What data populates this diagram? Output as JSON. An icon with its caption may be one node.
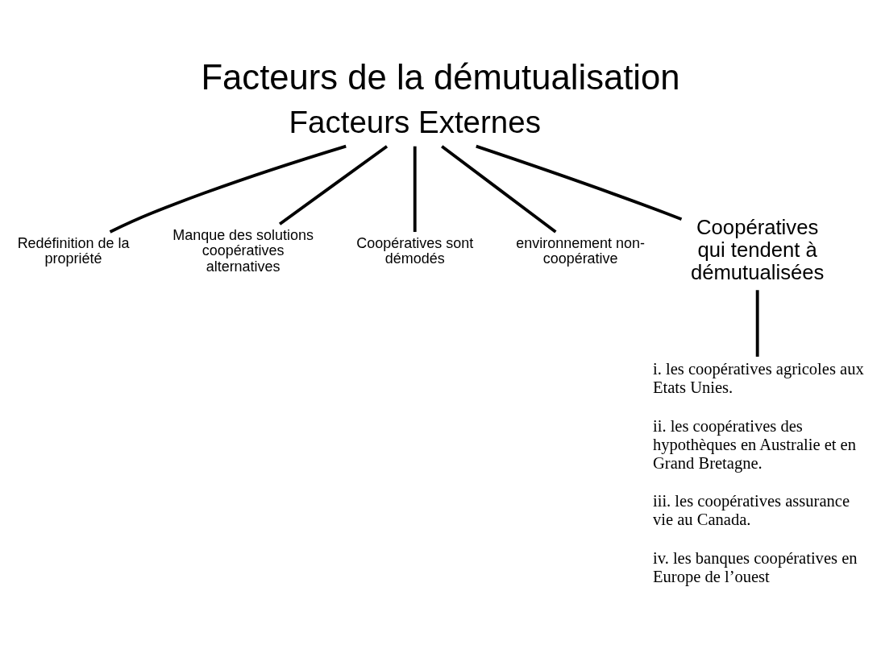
{
  "diagram": {
    "title": "Facteurs de la démutualisation",
    "nodes": [
      {
        "text": [
          "Facteurs Externes"
        ]
      },
      {
        "text": [
          "Redéfinition de la propriété"
        ]
      },
      {
        "text": [
          "Manque des solutions coopératives alternatives"
        ]
      },
      {
        "text": [
          "Coopératives sont démodés"
        ]
      },
      {
        "text": [
          "environnement non-coopérative"
        ]
      },
      {
        "text": [
          "Coopératives qui tendent à démutualisées"
        ]
      },
      {
        "text": [
          "i. les coopératives agricoles aux Etats Unies.",
          "ii. les coopératives des hypothèques en Australie et en Grand Bretagne.",
          "iii. les coopératives assurance vie au Canada.",
          "iv. les banques coopératives en Europe de l’ouest"
        ]
      }
    ],
    "edges": [
      {
        "from": 0,
        "to": 1,
        "arrow": "none"
      },
      {
        "from": 0,
        "to": 2,
        "arrow": "none"
      },
      {
        "from": 0,
        "to": 3,
        "arrow": "none"
      },
      {
        "from": 0,
        "to": 4,
        "arrow": "none"
      },
      {
        "from": 0,
        "to": 5,
        "arrow": "none"
      },
      {
        "from": 5,
        "to": 6,
        "arrow": "none"
      }
    ]
  }
}
